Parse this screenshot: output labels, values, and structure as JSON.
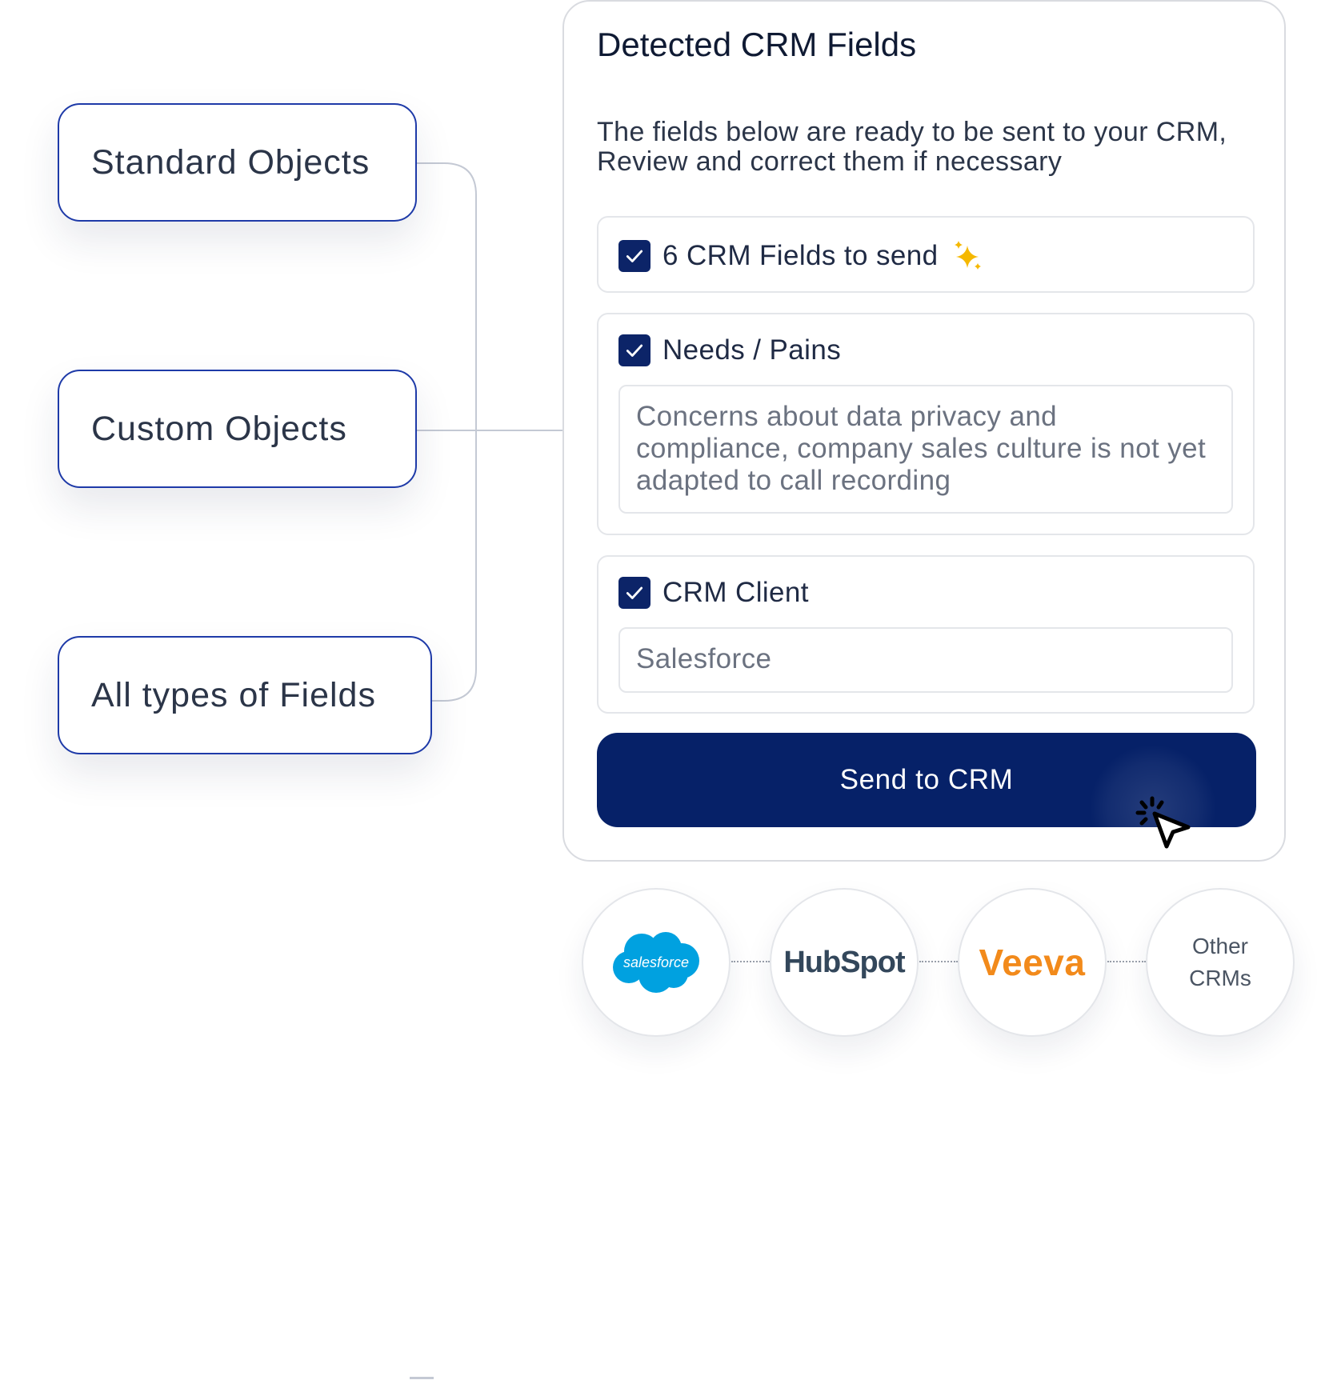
{
  "objects": {
    "standard": "Standard Objects",
    "custom": "Custom Objects",
    "fields": "All types of Fields"
  },
  "panel": {
    "title": "Detected CRM Fields",
    "description": "The fields below are ready to be sent to your CRM, Review and correct them if necessary",
    "fields_to_send": {
      "label": "6 CRM Fields to send",
      "checked": true
    },
    "needs_pains": {
      "label": "Needs / Pains",
      "checked": true,
      "value": "Concerns about data privacy and compliance, company sales culture is not yet adapted to call recording"
    },
    "crm_client": {
      "label": "CRM Client",
      "checked": true,
      "value": "Salesforce"
    },
    "send_button": "Send to CRM"
  },
  "crms": {
    "salesforce": "salesforce",
    "hubspot": "HubSpot",
    "veeva": "Veeva",
    "other_line1": "Other",
    "other_line2": "CRMs"
  },
  "colors": {
    "accent_navy": "#062168",
    "box_border": "#1e3aa8",
    "salesforce_blue": "#00a1e0",
    "hubspot_orange": "#ff7a59",
    "veeva_orange": "#f28a1b",
    "sparkle_yellow": "#f5b800"
  },
  "icons": {
    "checkbox": "check-icon",
    "sparkle": "sparkle-icon",
    "cursor": "pointer-click-icon"
  }
}
